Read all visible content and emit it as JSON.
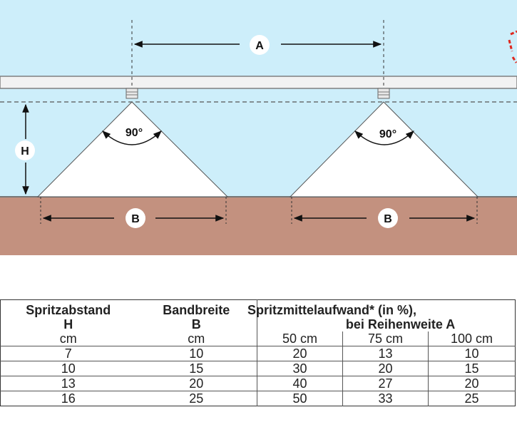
{
  "diagram": {
    "label_A": "A",
    "label_B": "B",
    "label_H": "H",
    "angle": "90°",
    "colors": {
      "sky": "#cdeefa",
      "soil": "#c3917f",
      "spray": "#ffffff",
      "bar": "#f2f2f2",
      "line": "#555555"
    }
  },
  "table": {
    "headers": {
      "col1_line1": "Spritzabstand",
      "col1_line2": "H",
      "col1_unit": "cm",
      "col2_line1": "Bandbreite",
      "col2_line2": "B",
      "col2_unit": "cm",
      "col3_line1": "Spritzmittelaufwand* (in %),",
      "col3_line2": "bei Reihenweite A",
      "sub": [
        "50 cm",
        "75 cm",
        "100 cm"
      ]
    },
    "rows": [
      [
        "7",
        "10",
        "20",
        "13",
        "10"
      ],
      [
        "10",
        "15",
        "30",
        "20",
        "15"
      ],
      [
        "13",
        "20",
        "40",
        "27",
        "20"
      ],
      [
        "16",
        "25",
        "50",
        "33",
        "25"
      ]
    ]
  }
}
